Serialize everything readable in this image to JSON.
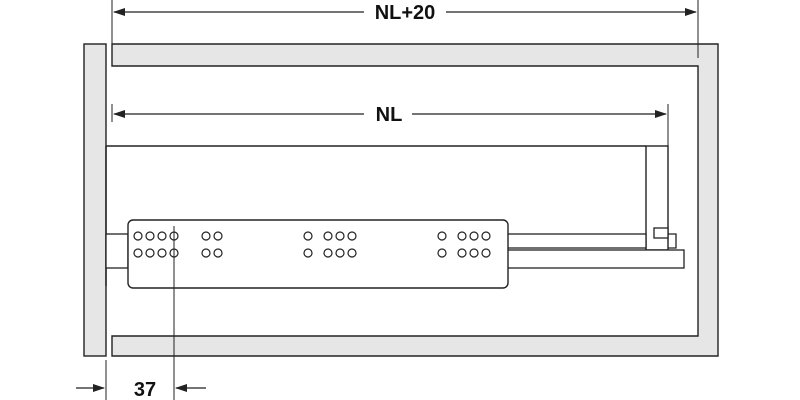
{
  "dimensions": {
    "overall_length": "NL+20",
    "nominal_length": "NL",
    "front_offset": "37"
  },
  "colors": {
    "line": "#222222",
    "cabinet_fill": "#e6e6e6",
    "background": "#ffffff"
  }
}
